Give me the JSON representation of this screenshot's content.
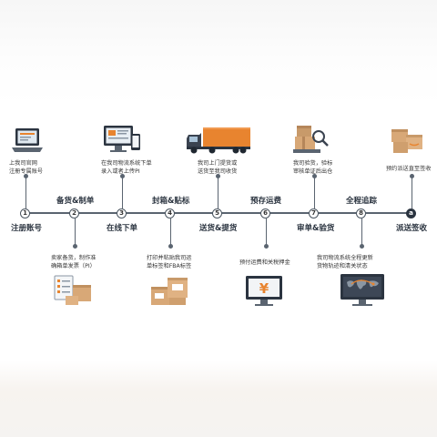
{
  "steps": [
    {
      "num": "1",
      "label": "注册账号",
      "desc": [
        "上我司官网",
        "注册专属账号"
      ],
      "icon": "laptop-icon"
    },
    {
      "num": "2",
      "label": "",
      "desc": [
        "卖家备货，制作准",
        "确箱单发票（PI）"
      ],
      "icon": "checklist-boxes-icon"
    },
    {
      "num": "3",
      "label": "在线下单",
      "desc": [
        "在我司物流系统下单",
        "录入或者上传PI"
      ],
      "icon": "computer-phone-icon"
    },
    {
      "num": "4",
      "label": "",
      "desc": [
        "打印并粘贴我司运",
        "单标签和FBA标签"
      ],
      "icon": "labeled-boxes-icon"
    },
    {
      "num": "5",
      "label": "送货&提货",
      "desc": [
        "我司上门提货或",
        "送货至我司收货"
      ],
      "icon": "truck-icon"
    },
    {
      "num": "6",
      "label": "",
      "desc": [
        "预付运费和关税押金"
      ],
      "icon": "yen-monitor-icon"
    },
    {
      "num": "7",
      "label": "审单&验货",
      "desc": [
        "我司验货，验标",
        "审核单证后出仓"
      ],
      "icon": "inspection-icon"
    },
    {
      "num": "8",
      "label": "",
      "desc": [
        "我司物流系统全程更新",
        "货物轨迹和清关状态"
      ],
      "icon": "world-map-monitor-icon"
    },
    {
      "num": "a",
      "label": "派送签收",
      "desc": [
        "预约派送直至签收"
      ],
      "icon": "amazon-boxes-icon"
    }
  ],
  "stages": [
    "备货&制单",
    "封箱&贴标",
    "预存运费",
    "全程追踪"
  ],
  "colors": {
    "line": "#5a6470",
    "accent": "#e8842f",
    "dark": "#2b3440"
  }
}
